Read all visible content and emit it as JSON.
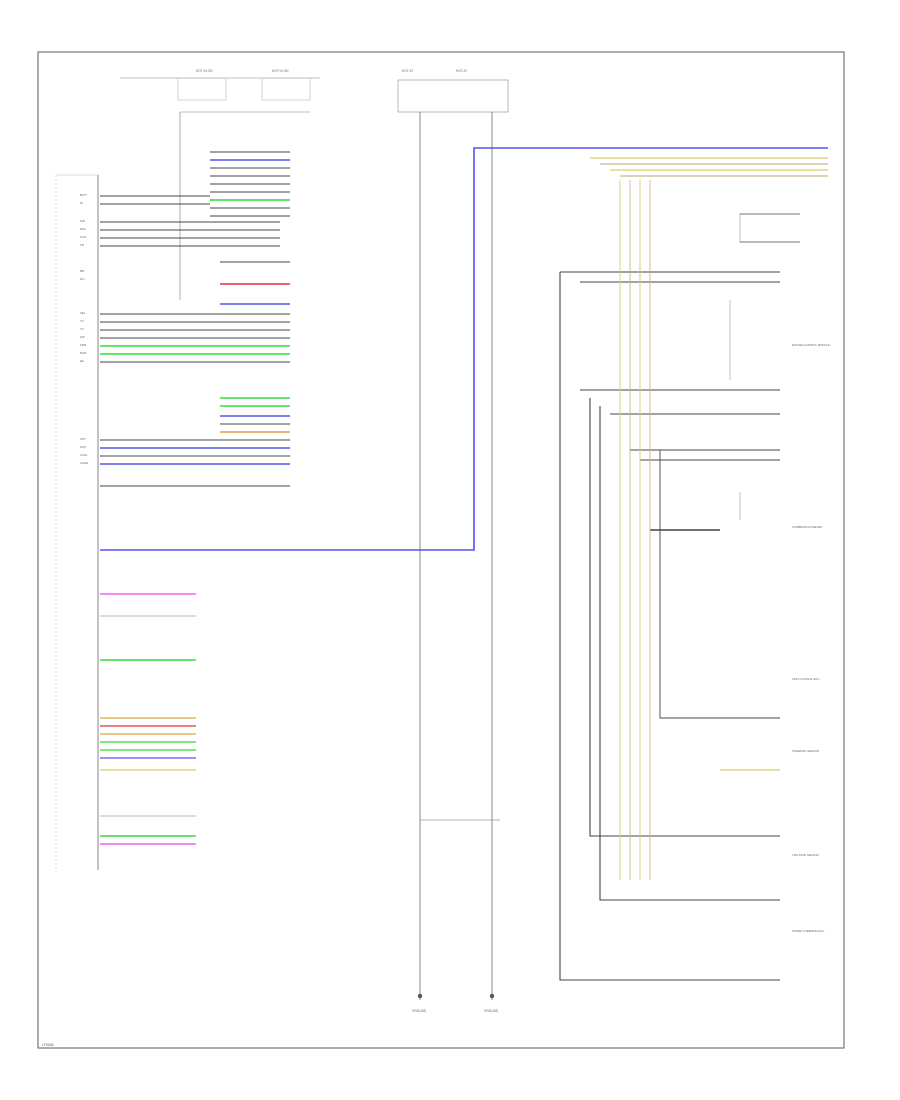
{
  "diagram": {
    "footer_code": "LF0046",
    "colors": {
      "frame": "#777777",
      "wire_black": "#444444",
      "wire_blue": "#5555ee",
      "wire_yellow": "#d9cf6a",
      "wire_tan": "#c8b98a",
      "wire_green": "#33dd33",
      "wire_pink": "#ee44ee",
      "wire_red": "#dd3333",
      "wire_orange": "#e0a040",
      "wire_gray": "#bbbbbb"
    },
    "top_labels": [
      "HOT IN ON",
      "HOT IN ON",
      "HOT AT",
      "HOT AT"
    ],
    "left_pins": [
      "BATT",
      "IG",
      "IGB",
      "ESS",
      "CLM",
      "TB",
      "BB",
      "LIN",
      "SEL",
      "TC",
      "TC",
      "LPF",
      "FRM",
      "MAR",
      "EE",
      "STP",
      "STR",
      "CANL",
      "CANH"
    ],
    "right_modules": [
      "ENGINE CONTROL MODULE",
      "COMBINATION METER",
      "SKID CONTROL ECU",
      "STEERING SENSOR",
      "YAW RATE SENSOR",
      "POWER STEERING ECU"
    ],
    "bottom_labels": [
      "GROUND",
      "GROUND"
    ]
  }
}
